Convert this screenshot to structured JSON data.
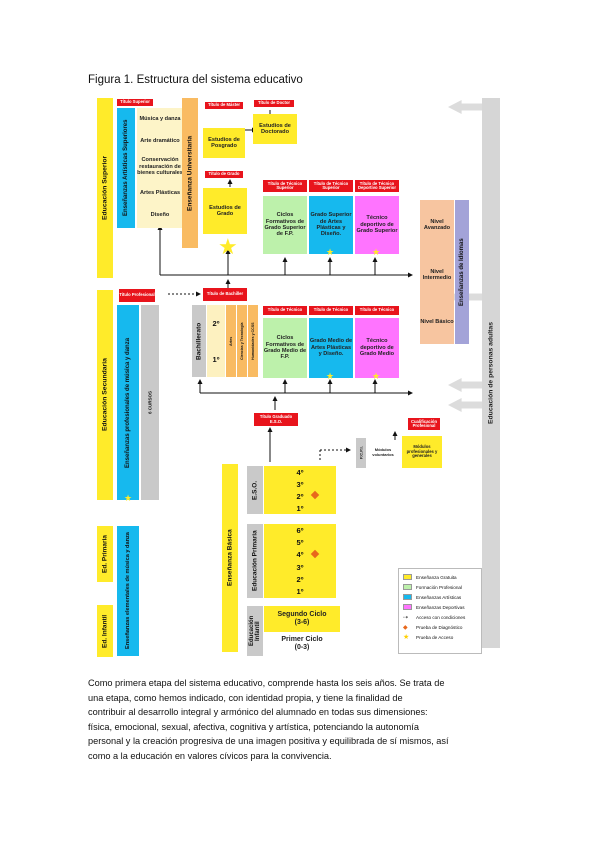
{
  "caption": "Figura 1.  Estructura del sistema educativo",
  "levels": {
    "superior": "Educación Superior",
    "secundaria": "Educación Secundaria",
    "primaria": "Ed. Primaria",
    "infantil": "Ed. Infantil",
    "basica": "Enseñanza Básica",
    "universitaria": "Enseñanza Universitaria",
    "adultas": "Educación de personas adultas",
    "idiomas": "Enseñanzas de Idiomas"
  },
  "superior": {
    "titulo_superior": "Título Superior",
    "artisticas": "Enseñanzas Artísticas Superiores",
    "artes": [
      "Música y danza",
      "Arte dramático",
      "Conservación restauración de bienes culturales",
      "Artes Plásticas",
      "Diseño"
    ],
    "titulo_master": "Título de Máster",
    "titulo_doctor": "Título de Doctor",
    "posgrado": "Estudios de Posgrado",
    "doctorado": "Estudios de Doctorado",
    "titulo_grado": "Título de Grado",
    "estudios_grado": "Estudios de Grado",
    "tecnico_superior_tag": "Título de Técnico Superior",
    "tecnico_sup_artes_tag": "Título de Técnico Superior",
    "tecnico_dep_sup_tag": "Título de Técnico Deportivo Superior",
    "ciclos_superior": "Ciclos Formativos de Grado Superior de F.P.",
    "grado_sup_artes": "Grado Superior de Artes Plásticas y Diseño.",
    "tecnico_dep_superior": "Técnico deportivo de Grado Superior"
  },
  "idiomas": {
    "avanzado": "Nivel Avanzado",
    "intermedio": "Nivel Intermedio",
    "basico": "Nivel Básico"
  },
  "secundaria": {
    "titulo_profesional": "Título Profesional",
    "titulo_bachiller": "Título de Bachiller",
    "profesionales": "Enseñanzas profesionales de música y danza",
    "cursos": "6 CURSOS",
    "bachillerato": "Bachillerato",
    "curso2": "2º",
    "curso1": "1º",
    "ramas": [
      "Artes",
      "Ciencias y Tecnología",
      "Humanidades y CCSS"
    ],
    "titulo_tecnico": "Título de Técnico",
    "titulo_tecnico2": "Título de Técnico",
    "titulo_tecnico_dep": "Título de Técnico",
    "ciclos_medio": "Ciclos Formativos de Grado Medio de F.P.",
    "grado_medio_artes": "Grado Medio de Artes Plásticas y Diseño.",
    "tecnico_dep_medio": "Técnico deportivo de Grado Medio"
  },
  "basica": {
    "titulo_eso": "Título Graduado E.S.O.",
    "cualificacion": "Cualificación Profesional",
    "pcpi": "P.C.P.I.",
    "modulos_voluntarios": "Módulos voluntarios",
    "modulos_prof": "Módulos profesionales y generales",
    "eso_label": "E.S.O.",
    "eso": [
      "4º",
      "3º",
      "2º",
      "1º"
    ],
    "primaria_label": "Educación Primaria",
    "primaria": [
      "6º",
      "5º",
      "4º",
      "3º",
      "2º",
      "1º"
    ],
    "elementales": "Enseñanzas elementales de música y danza",
    "infantil_label": "Educación Infantil",
    "segundo_ciclo": "Segundo Ciclo",
    "segundo_rango": "(3-6)",
    "primer_ciclo": "Primer Ciclo",
    "primer_rango": "(0-3)"
  },
  "legend": [
    {
      "label": "Enseñanza Gratuita",
      "color": "#ffeb2a"
    },
    {
      "label": "Formación Profesional",
      "color": "#bdf1ab"
    },
    {
      "label": "Enseñanzas Artísticas",
      "color": "#16b9ee"
    },
    {
      "label": "Enseñanzas Deportivas",
      "color": "#ff74ff"
    },
    {
      "label": "Acceso con condiciones",
      "symbol": "arrow"
    },
    {
      "label": "Prueba de Diagnóstico",
      "symbol": "diamond"
    },
    {
      "label": "Prueba de Acceso",
      "symbol": "star"
    }
  ],
  "paragraph": [
    "Como primera etapa del sistema educativo, comprende hasta los seis años. Se trata de",
    "una etapa, como hemos indicado, con identidad propia, y tiene la finalidad de",
    "contribuir al desarrollo integral y armónico del alumnado en todas sus dimensiones:",
    "física, emocional, sexual, afectiva, cognitiva y artística, potenciando la autonomía",
    "personal y la creación progresiva de una imagen positiva y equilibrada de sí mismos, así",
    "como a la educación en valores cívicos para la convivencia."
  ]
}
